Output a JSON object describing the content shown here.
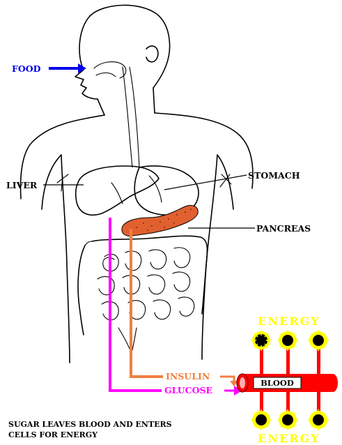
{
  "labels": {
    "food": "FOOD",
    "liver": "LIVER",
    "stomach": "STOMACH",
    "pancreas": "PANCREAS",
    "insulin": "INSULIN",
    "glucose": "GLUCOSE",
    "blood": "BLOOD",
    "energy_top": "ENERGY",
    "energy_bottom": "ENERGY",
    "caption_line1": "SUGAR LEAVES BLOOD AND ENTERS",
    "caption_line2": "CELLS FOR ENERGY"
  },
  "icons": {
    "cell": "cell-icon",
    "arrow": "arrow-icon"
  },
  "colors": {
    "food": "#0000ee",
    "insulin": "#f08040",
    "glucose": "#ff00ff",
    "blood": "#ff0000",
    "pancreas": "#e06030",
    "energy": "#ffff00",
    "cell_fill": "#000000",
    "cell_rays": "#ffff00"
  }
}
